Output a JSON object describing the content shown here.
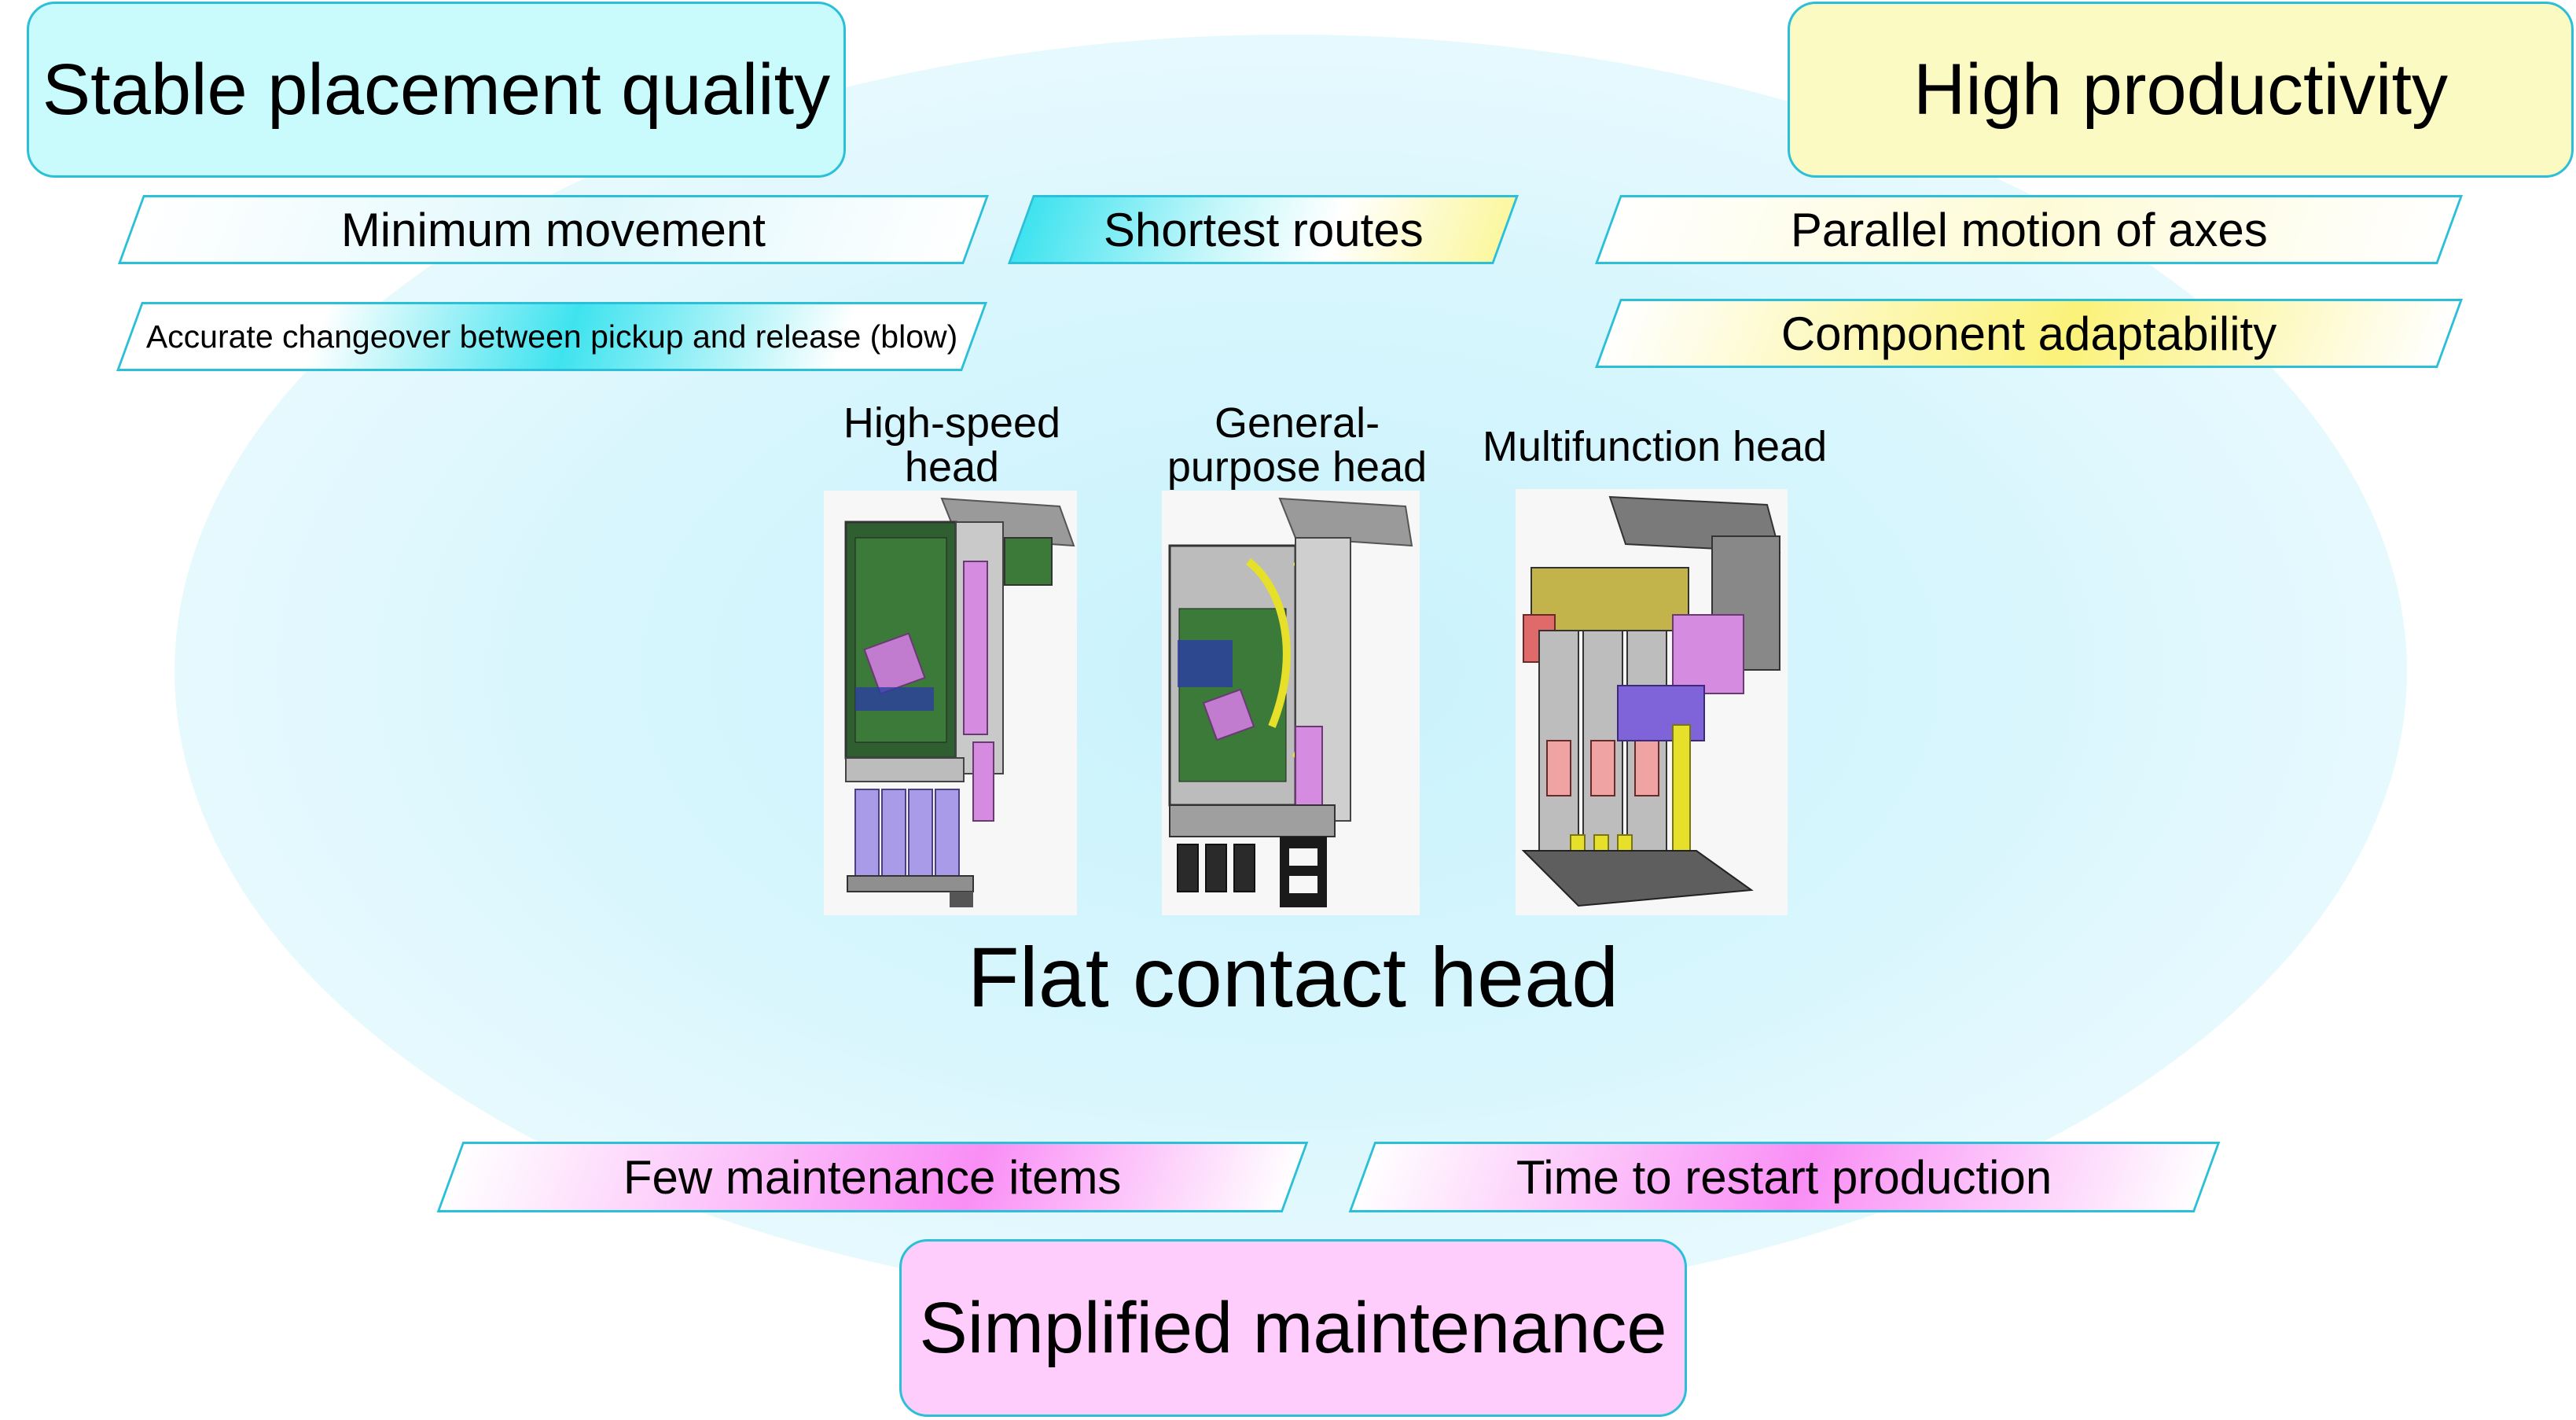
{
  "top_left_box": {
    "label": "Stable placement quality"
  },
  "top_right_box": {
    "label": "High productivity"
  },
  "bottom_box": {
    "label": "Simplified maintenance"
  },
  "banners": {
    "minimum_movement": "Minimum movement",
    "accurate_changeover": "Accurate changeover between pickup and release (blow)",
    "shortest_routes": "Shortest routes",
    "parallel_motion": "Parallel motion of axes",
    "component_adaptability": "Component adaptability",
    "few_maintenance": "Few maintenance items",
    "time_to_restart": "Time to restart production"
  },
  "heads": [
    {
      "label_line1": "High-speed",
      "label_line2": "head"
    },
    {
      "label_line1": "General-",
      "label_line2": "purpose head"
    },
    {
      "label_line1": "Multifunction head"
    }
  ],
  "center_title": "Flat contact head",
  "colors": {
    "cyan_box": "#c9fbfd",
    "yellow_box": "#fbfac3",
    "pink_box": "#fecdfb",
    "border": "#2bbfd8",
    "ellipse": "#d8f6fd"
  }
}
